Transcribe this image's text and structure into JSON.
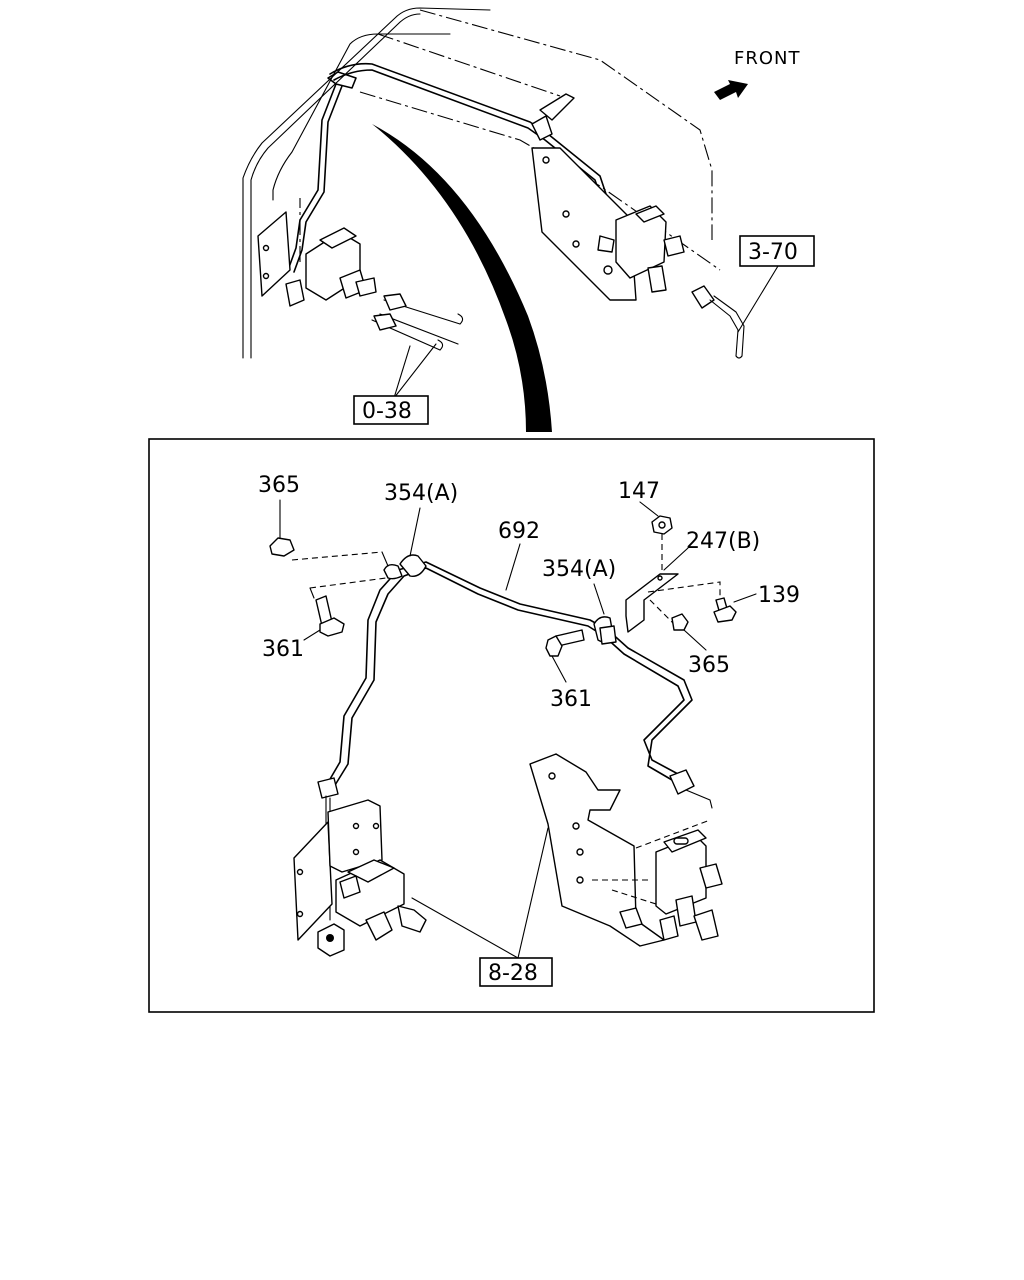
{
  "orientation": {
    "text": "FRONT"
  },
  "references": {
    "ref_0_38": "0-38",
    "ref_3_70": "3-70",
    "ref_8_28": "8-28"
  },
  "callouts": {
    "c365_left": "365",
    "c354a_top": "354(A)",
    "c147": "147",
    "c692": "692",
    "c247b": "247(B)",
    "c354a_mid": "354(A)",
    "c139": "139",
    "c361_left": "361",
    "c365_right": "365",
    "c361_mid": "361"
  }
}
